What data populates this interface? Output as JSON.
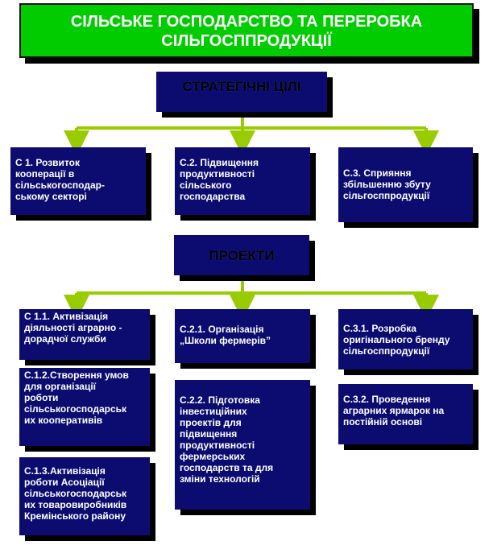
{
  "title": "СІЛЬСЬКЕ ГОСПОДАРСТВО ТА ПЕРЕРОБКА\nСІЛЬГОСППРОДУКЦІЇ",
  "goals_header": "СТРАТЕГІЧНІ ЦІЛІ",
  "goals": [
    "С 1. Розвиток\nкооперації в\nсільськогосподар-\nському секторі",
    "С.2. Підвищення\nпродуктивності\nсільського\nгосподарства",
    "С.3. Сприяння\nзбільшенню збуту\nсільгосппродукції"
  ],
  "projects_header": "ПРОЕКТИ",
  "projects": {
    "col1": [
      "С 1.1. Активізація\nдіяльності аграрно -\nдорадчої служби",
      "С.1.2.Створення умов\nдля організації\nроботи\nсільськогосподарськ\nих кооперативів",
      "С.1.3.Активізація\nроботи Асоціації\nсільськогосподарськ\nих товаровиробників\nКремінського району"
    ],
    "col2": [
      "С.2.1.   Організація\n„Школи фермерів”",
      "С.2.2. Підготовка\nінвестиційних\nпроектів для\nпідвищення\nпродуктивності\nфермерських\nгосподарств та для\nзміни технологій"
    ],
    "col3": [
      "С.3.1. Розробка\nоригінального бренду\nсільгосппродукції",
      "С.3.2. Проведення\nаграрних ярмарок на\nпостійній основі"
    ]
  },
  "colors": {
    "title_bg": "#00cc00",
    "box_bg": "#0c0c70",
    "connector": "#99cc00",
    "shadow": "#000000"
  }
}
